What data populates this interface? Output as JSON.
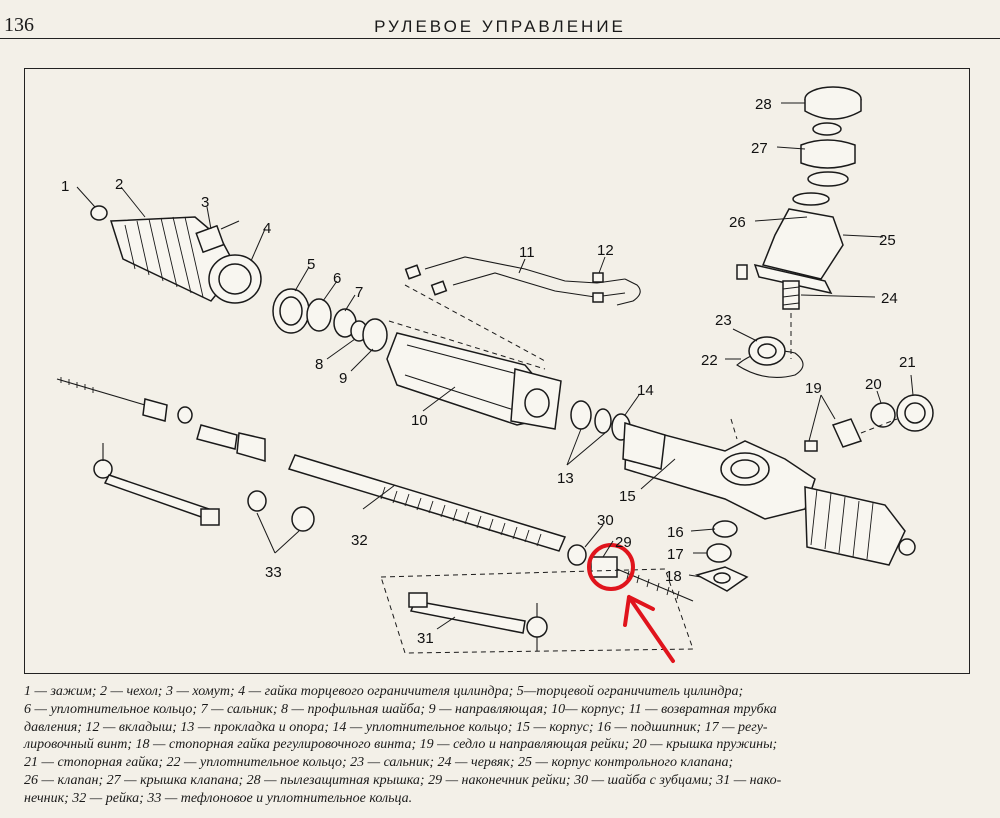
{
  "header": {
    "page_number": "136",
    "running_title": "РУЛЕВОЕ УПРАВЛЕНИЕ"
  },
  "figure": {
    "callouts": [
      "1",
      "2",
      "3",
      "4",
      "5",
      "6",
      "7",
      "8",
      "9",
      "10",
      "11",
      "12",
      "13",
      "14",
      "15",
      "16",
      "17",
      "18",
      "19",
      "20",
      "21",
      "22",
      "23",
      "24",
      "25",
      "26",
      "27",
      "28",
      "29",
      "30",
      "31",
      "32",
      "33"
    ],
    "annotation_color": "#e0141c"
  },
  "caption": {
    "lines": [
      "1 — зажим; 2 — чехол; 3 — хомут; 4 — гайка торцевого ограничителя цилиндра; 5—торцевой ограничитель цилиндра;",
      "6 — уплотнительное кольцо; 7 — сальник; 8 — профильная шайба; 9 — направляющая; 10— корпус; 11 — возвратная трубка",
      "давления; 12 — вкладыш; 13 — прокладка и опора; 14 — уплотнительное кольцо; 15 — корпус; 16 — подшипник; 17 — регу-",
      "лировочный винт; 18 — стопорная гайка регулировочного винта; 19 — седло и направляющая рейки; 20 — крышка пружины;",
      "21 — стопорная гайка; 22 — уплотнительное кольцо; 23 — сальник; 24 — червяк; 25 — корпус контрольного клапана;",
      "26 — клапан; 27 — крышка клапана; 28 — пылезащитная крышка; 29 — наконечник рейки; 30 — шайба с зубцами; 31 — нако-",
      "нечник; 32 — рейка; 33 — тефлоновое и уплотнительное кольца."
    ]
  }
}
